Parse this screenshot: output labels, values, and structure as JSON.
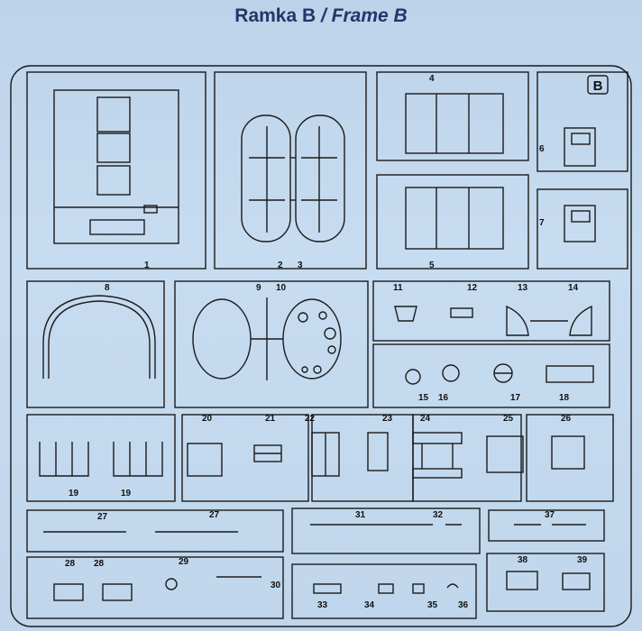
{
  "title": {
    "main": "Ramka B",
    "sub": "/ Frame B"
  },
  "frame_letter": "B",
  "part_labels": {
    "p1": "1",
    "p2": "2",
    "p3": "3",
    "p4": "4",
    "p5": "5",
    "p6": "6",
    "p7": "7",
    "p8": "8",
    "p9": "9",
    "p10": "10",
    "p11": "11",
    "p12": "12",
    "p13": "13",
    "p14": "14",
    "p15": "15",
    "p16": "16",
    "p17": "17",
    "p18": "18",
    "p19a": "19",
    "p19b": "19",
    "p20": "20",
    "p21": "21",
    "p22": "22",
    "p23": "23",
    "p24": "24",
    "p25": "25",
    "p26": "26",
    "p27a": "27",
    "p27b": "27",
    "p28a": "28",
    "p28b": "28",
    "p29": "29",
    "p30": "30",
    "p31": "31",
    "p32": "32",
    "p33": "33",
    "p34": "34",
    "p35": "35",
    "p36": "36",
    "p37": "37",
    "p38": "38",
    "p39": "39"
  },
  "colors": {
    "line": "#1b1b1b",
    "background": "#c2d8ee",
    "title": "#22366a"
  }
}
